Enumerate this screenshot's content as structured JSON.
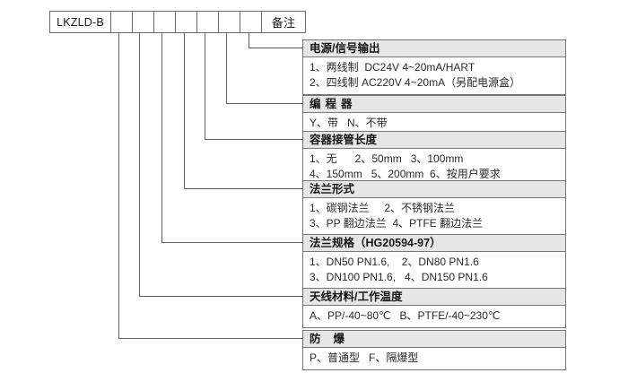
{
  "code_table": {
    "cells": [
      {
        "label": "LKZLD-B",
        "type": "base"
      },
      {
        "label": "",
        "type": "blank"
      },
      {
        "label": "",
        "type": "blank"
      },
      {
        "label": "",
        "type": "blank"
      },
      {
        "label": "",
        "type": "blank"
      },
      {
        "label": "",
        "type": "blank"
      },
      {
        "label": "",
        "type": "blank"
      },
      {
        "label": "",
        "type": "blank"
      },
      {
        "label": "备注",
        "type": "note"
      }
    ]
  },
  "blocks": [
    {
      "key": "power_signal_output",
      "title": "电源/信号输出",
      "title_spacing": "normal",
      "lines": [
        "1、两线制  DC24V 4~20mA/HART",
        "2、四线制 AC220V 4~20mA（另配电源盒）"
      ]
    },
    {
      "key": "programmer",
      "title": "编程器",
      "title_spacing": "wide",
      "lines": [
        "Y、带   N、不带"
      ]
    },
    {
      "key": "nozzle_length",
      "title": "容器接管长度",
      "title_spacing": "normal",
      "lines": [
        "1、无      2、50mm   3、100mm",
        "4、150mm   5、200mm  6、按用户要求"
      ]
    },
    {
      "key": "flange_type",
      "title": "法兰形式",
      "title_spacing": "normal",
      "lines": [
        "1、碳钢法兰     2、不锈钢法兰",
        "3、PP 翻边法兰  4、PTFE 翻边法兰"
      ]
    },
    {
      "key": "flange_spec",
      "title": "法兰规格（HG20594-97）",
      "title_spacing": "normal",
      "lines": [
        "1、DN50 PN1.6,    2、DN80 PN1.6",
        "3、DN100 PN1.6,   4、DN150 PN1.6"
      ]
    },
    {
      "key": "antenna_material_temp",
      "title": "天线材料/工作温度",
      "title_spacing": "normal",
      "lines": [
        "A、PP/-40~80℃   B、PTFE/-40~230℃"
      ]
    },
    {
      "key": "explosion_proof",
      "title": "防爆",
      "title_spacing": "xwide",
      "lines": [
        "P、普通型   F、隔爆型"
      ]
    }
  ]
}
